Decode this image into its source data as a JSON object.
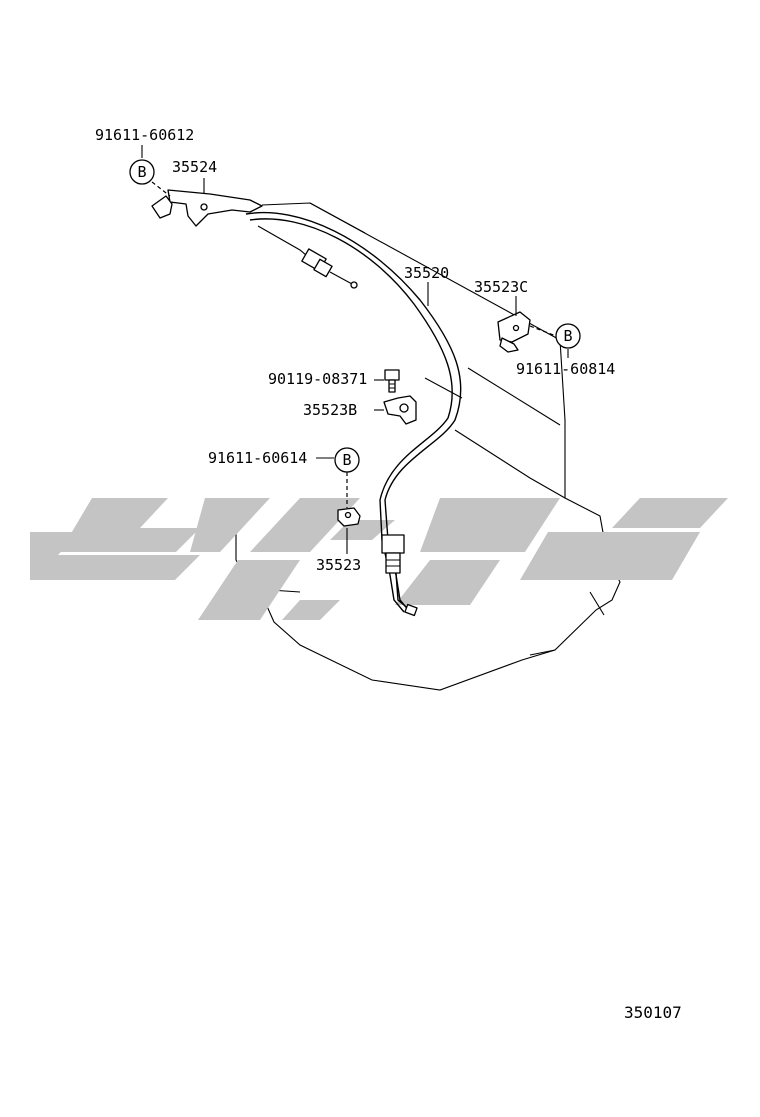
{
  "diagram": {
    "ref_code": "350107",
    "callouts": {
      "clip_upper_left": "91611-60612",
      "bracket_upper_left": "35524",
      "cable_main": "35520",
      "bracket_right": "35523C",
      "clip_right": "91611-60814",
      "bolt": "90119-08371",
      "clamp_mid": "35523B",
      "clip_lower": "91611-60614",
      "clamp_lower": "35523"
    },
    "circle_marker": "B"
  }
}
